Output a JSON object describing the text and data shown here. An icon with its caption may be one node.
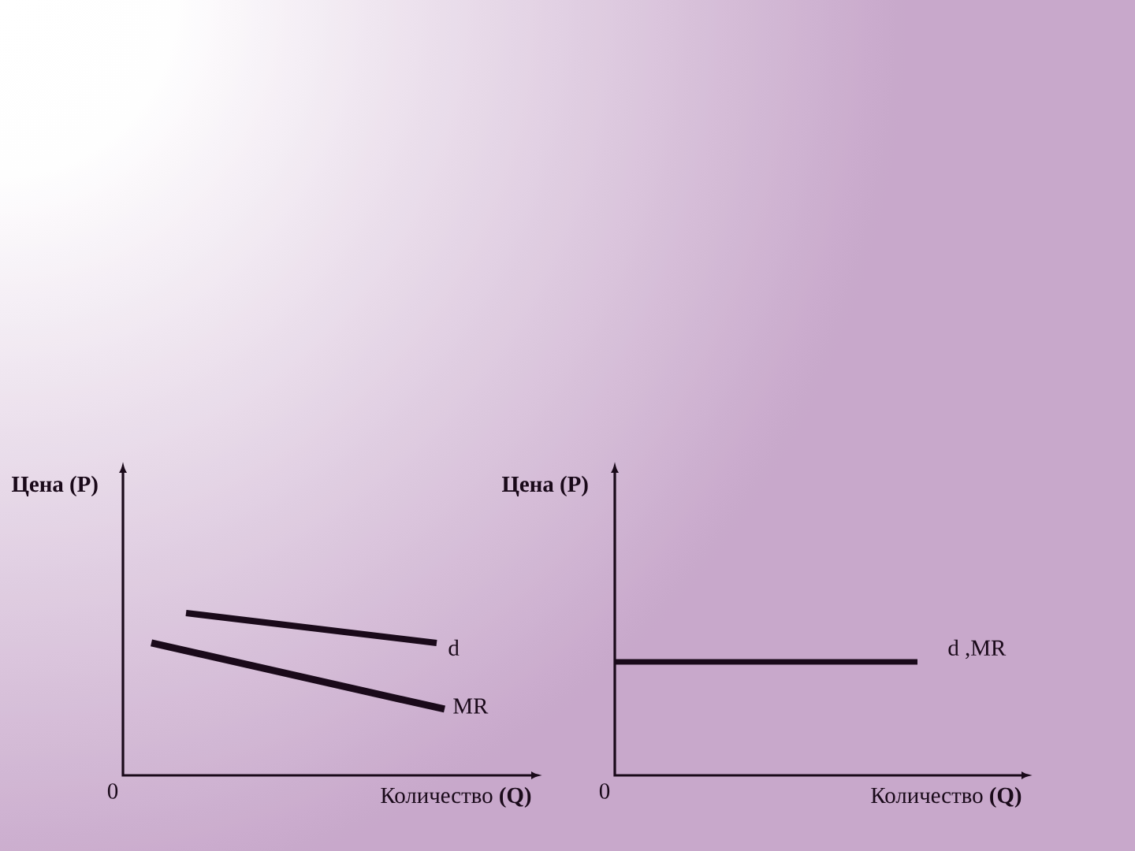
{
  "diagram": {
    "labels": [
      "Цена (P)",
      "Цена (P)",
      "d",
      "d ,MR",
      "MR",
      "0",
      "Количество **(Q)**",
      "0",
      "Количество **(Q)**"
    ]
  }
}
